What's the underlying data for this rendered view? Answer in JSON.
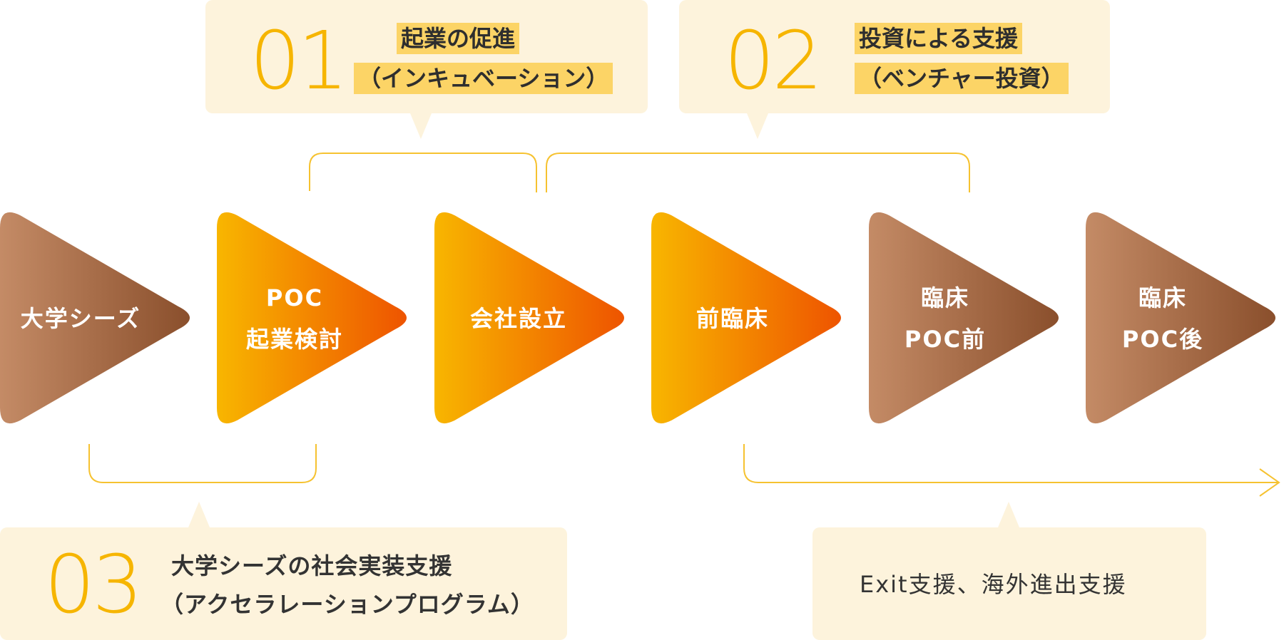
{
  "callouts": {
    "c01": {
      "number": "01",
      "line1": "起業の促進",
      "line2": "（インキュベーション）"
    },
    "c02": {
      "number": "02",
      "line1": "投資による支援",
      "line2": "（ベンチャー投資）"
    },
    "c03": {
      "number": "03",
      "line1": "大学シーズの社会実装支援",
      "line2": "（アクセラレーションプログラム）"
    },
    "exit": {
      "text": "Exit支援、海外進出支援"
    }
  },
  "steps": [
    {
      "lines": [
        "大学シーズ"
      ],
      "style": "brown"
    },
    {
      "lines": [
        "POC",
        "起業検討"
      ],
      "style": "orange"
    },
    {
      "lines": [
        "会社設立"
      ],
      "style": "orange"
    },
    {
      "lines": [
        "前臨床"
      ],
      "style": "orange"
    },
    {
      "lines": [
        "臨床",
        "POC前"
      ],
      "style": "brown"
    },
    {
      "lines": [
        "臨床",
        "POC後"
      ],
      "style": "brown"
    }
  ],
  "colors": {
    "accent": "#f6b500",
    "highlight": "#fcd466",
    "callout_bg": "#fdf3dc",
    "orange_start": "#f8b600",
    "orange_end": "#ee5400",
    "brown_start": "#c48b66",
    "brown_end": "#8a4f2c"
  }
}
